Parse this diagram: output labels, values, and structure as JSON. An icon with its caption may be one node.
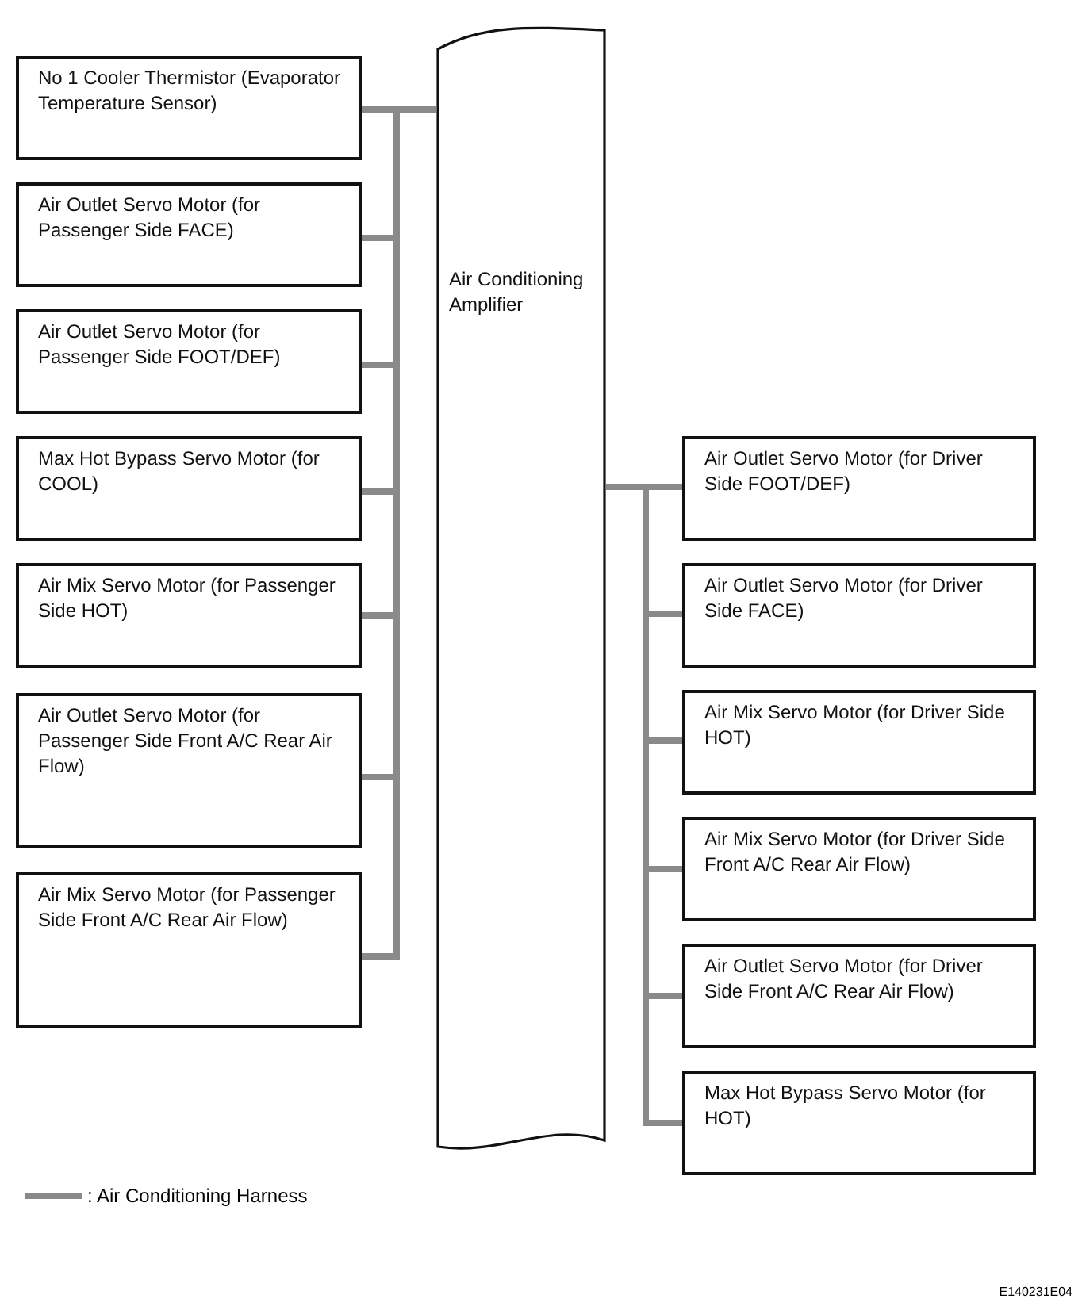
{
  "diagram": {
    "nodes": [
      {
        "text": [
          "Air Conditioning Amplifier"
        ]
      },
      {
        "text": [
          "No 1 Cooler Thermistor (Evaporator Temperature Sensor)"
        ]
      },
      {
        "text": [
          "Air Outlet Servo Motor (for Passenger Side FACE)"
        ]
      },
      {
        "text": [
          "Air Outlet Servo Motor (for Passenger Side FOOT/DEF)"
        ]
      },
      {
        "text": [
          "Max Hot Bypass Servo Motor (for COOL)"
        ]
      },
      {
        "text": [
          "Air Mix Servo Motor (for Passenger Side HOT)"
        ]
      },
      {
        "text": [
          "Air Outlet Servo Motor (for Passenger Side Front A/C Rear Air Flow)"
        ]
      },
      {
        "text": [
          "Air Mix Servo Motor (for Passenger Side Front A/C Rear Air Flow)"
        ]
      },
      {
        "text": [
          "Air Outlet Servo Motor (for Driver Side FOOT/DEF)"
        ]
      },
      {
        "text": [
          "Air Outlet Servo Motor (for Driver Side FACE)"
        ]
      },
      {
        "text": [
          "Air Mix Servo Motor (for Driver Side HOT)"
        ]
      },
      {
        "text": [
          "Air Mix Servo Motor (for Driver Side Front A/C Rear Air Flow)"
        ]
      },
      {
        "text": [
          "Air Outlet Servo Motor (for Driver Side Front A/C Rear Air Flow)"
        ]
      },
      {
        "text": [
          "Max Hot Bypass Servo Motor (for HOT)"
        ]
      }
    ],
    "edges": [
      {
        "from": 1,
        "to": 0,
        "arrow": "none"
      },
      {
        "from": 2,
        "to": 0,
        "arrow": "none"
      },
      {
        "from": 3,
        "to": 0,
        "arrow": "none"
      },
      {
        "from": 4,
        "to": 0,
        "arrow": "none"
      },
      {
        "from": 5,
        "to": 0,
        "arrow": "none"
      },
      {
        "from": 6,
        "to": 0,
        "arrow": "none"
      },
      {
        "from": 7,
        "to": 0,
        "arrow": "none"
      },
      {
        "from": 8,
        "to": 0,
        "arrow": "none"
      },
      {
        "from": 9,
        "to": 0,
        "arrow": "none"
      },
      {
        "from": 10,
        "to": 0,
        "arrow": "none"
      },
      {
        "from": 11,
        "to": 0,
        "arrow": "none"
      },
      {
        "from": 12,
        "to": 0,
        "arrow": "none"
      },
      {
        "from": 13,
        "to": 0,
        "arrow": "none"
      }
    ],
    "labels": [
      "E140231E04"
    ],
    "legend": [
      {
        "text": ": Air Conditioning Harness"
      }
    ]
  }
}
